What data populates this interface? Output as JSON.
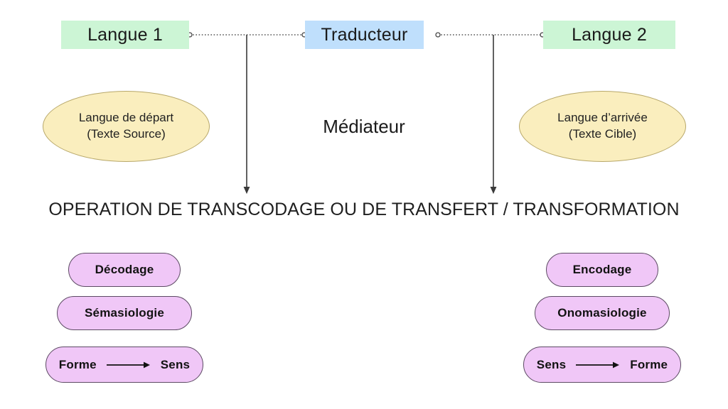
{
  "diagram": {
    "title_main": "OPERATION DE TRANSCODAGE OU DE TRANSFERT / TRANSFORMATION",
    "center_label": "Médiateur",
    "colors": {
      "language_box": "#ccf5d5",
      "translator_box": "#bfdffc",
      "ellipse_fill": "#faeebe",
      "ellipse_stroke": "#b8a86a",
      "pill_fill": "#f0c7f7",
      "pill_stroke": "#5c4a63",
      "connector": "#555555",
      "text": "#1a1a1a"
    },
    "top_nodes": [
      {
        "id": "langue1",
        "label": "Langue 1"
      },
      {
        "id": "traducteur",
        "label": "Traducteur"
      },
      {
        "id": "langue2",
        "label": "Langue 2"
      }
    ],
    "ellipses": [
      {
        "id": "source",
        "line1": "Langue de départ",
        "line2": "(Texte Source)"
      },
      {
        "id": "cible",
        "line1": "Langue d’arrivée",
        "line2": "(Texte Cible)"
      }
    ],
    "left_column": {
      "pill1": "Décodage",
      "pill2": "Sémasiologie",
      "pill3_from": "Forme",
      "pill3_to": "Sens"
    },
    "right_column": {
      "pill1": "Encodage",
      "pill2": "Onomasiologie",
      "pill3_from": "Sens",
      "pill3_to": "Forme"
    },
    "connectors": {
      "left_dotted_label": "langue1-to-traducteur",
      "right_dotted_label": "traducteur-to-langue2",
      "left_arrow_label": "down-arrow-left",
      "right_arrow_label": "down-arrow-right"
    }
  }
}
